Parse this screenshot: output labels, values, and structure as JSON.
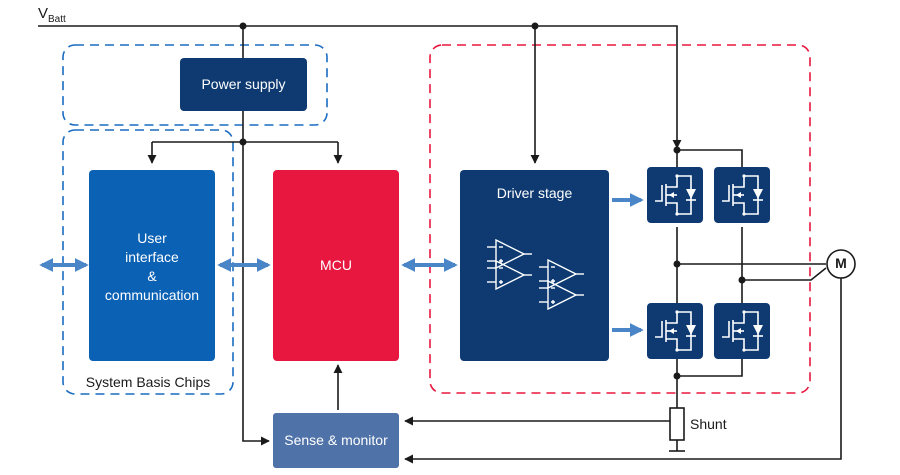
{
  "labels": {
    "vbatt_main": "V",
    "vbatt_sub": "Batt",
    "power_supply": "Power supply",
    "user_interface": [
      "User",
      "interface",
      "&",
      "communication"
    ],
    "mcu": "MCU",
    "driver_stage": "Driver stage",
    "sense_monitor": "Sense & monitor",
    "system_basis_chips": "System Basis Chips",
    "shunt": "Shunt",
    "motor": "M"
  },
  "colors": {
    "dark_blue": "#0e3a71",
    "medium_blue": "#0b61b4",
    "mcu_red": "#e8173f",
    "sense_blue": "#4f73a8",
    "arrow_blue": "#4a86c7",
    "dash_blue": "#1a6cc1",
    "dash_red": "#e8173f",
    "wire": "#1a1a1a"
  },
  "icons": [
    "mosfet-transistor-icon",
    "op-amp-icon",
    "motor-icon",
    "bidirectional-arrow-icon"
  ]
}
